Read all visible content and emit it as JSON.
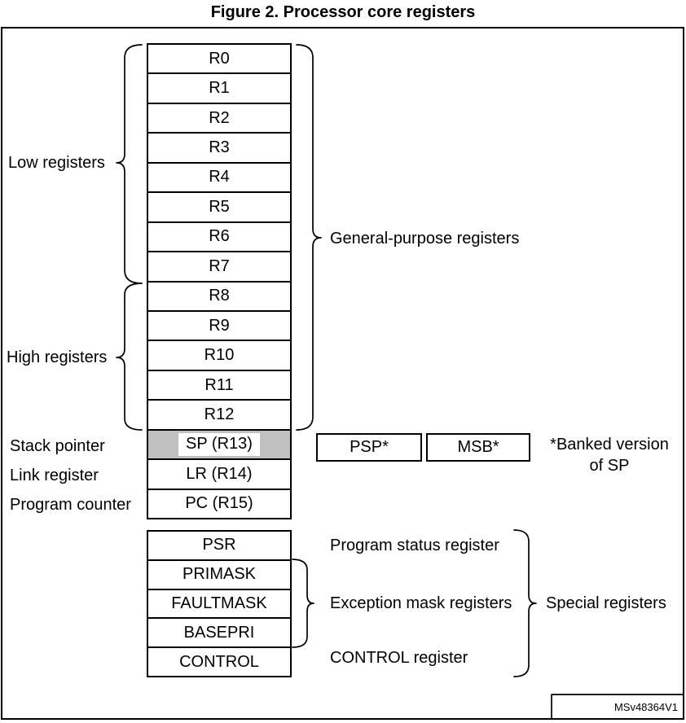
{
  "figure": {
    "title": "Figure 2. Processor core registers",
    "code": "MSv48364V1"
  },
  "registers": {
    "general": [
      "R0",
      "R1",
      "R2",
      "R3",
      "R4",
      "R5",
      "R6",
      "R7",
      "R8",
      "R9",
      "R10",
      "R11",
      "R12"
    ],
    "sp": "SP (R13)",
    "lr": "LR (R14)",
    "pc": "PC (R15)",
    "special": [
      "PSR",
      "PRIMASK",
      "FAULTMASK",
      "BASEPRI",
      "CONTROL"
    ]
  },
  "labels": {
    "low": "Low registers",
    "high": "High registers",
    "stack_pointer": "Stack pointer",
    "link_register": "Link register",
    "program_counter": "Program counter",
    "general_purpose": "General-purpose registers",
    "program_status": "Program status register",
    "exception_mask": "Exception mask registers",
    "control": "CONTROL register",
    "special": "Special registers"
  },
  "banked": {
    "psp": "PSP*",
    "msb": "MSB*",
    "note_line1": "*Banked version",
    "note_line2": "of SP"
  },
  "colors": {
    "line": "#000000",
    "sp_row_fill": "#c0c0c0"
  }
}
